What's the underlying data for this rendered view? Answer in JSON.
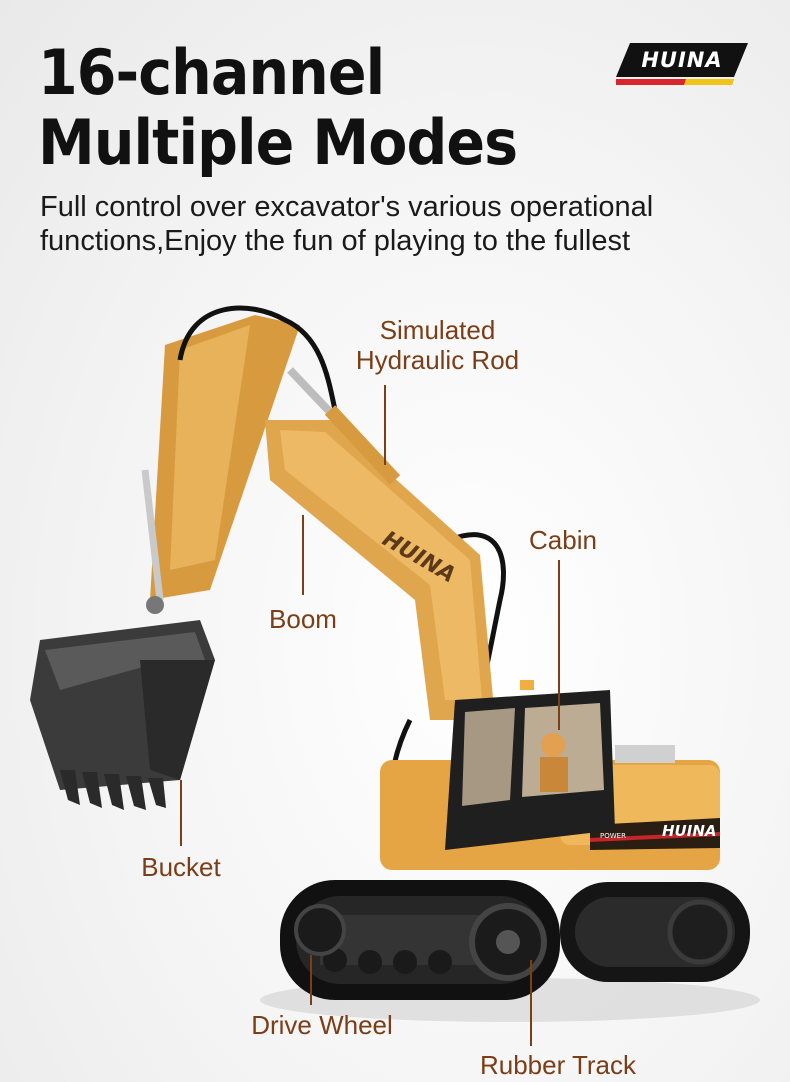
{
  "headline": {
    "line1": "16-channel",
    "line2": "Multiple Modes"
  },
  "subtitle": {
    "line1": "Full control over excavator's various operational",
    "line2": "functions,Enjoy the fun of playing to the fullest"
  },
  "brand": {
    "logo_text": "HUINA",
    "colors": {
      "logo_bg": "#111111",
      "stripe_red": "#d8262c",
      "stripe_yellow": "#f0c419"
    }
  },
  "callouts": {
    "hydraulic_line1": "Simulated",
    "hydraulic_line2": "Hydraulic Rod",
    "cabin": "Cabin",
    "boom": "Boom",
    "bucket": "Bucket",
    "drive_wheel": "Drive Wheel",
    "rubber_track": "Rubber Track"
  },
  "machine_decals": {
    "boom_brand": "HUINA",
    "body_brand": "HUINA",
    "power_label": "POWER"
  },
  "colors": {
    "callout_text": "#7a3e18",
    "body_yellow": "#e3a84c",
    "track_black": "#1b1b1b",
    "bucket_grey": "#3a3a3a"
  }
}
